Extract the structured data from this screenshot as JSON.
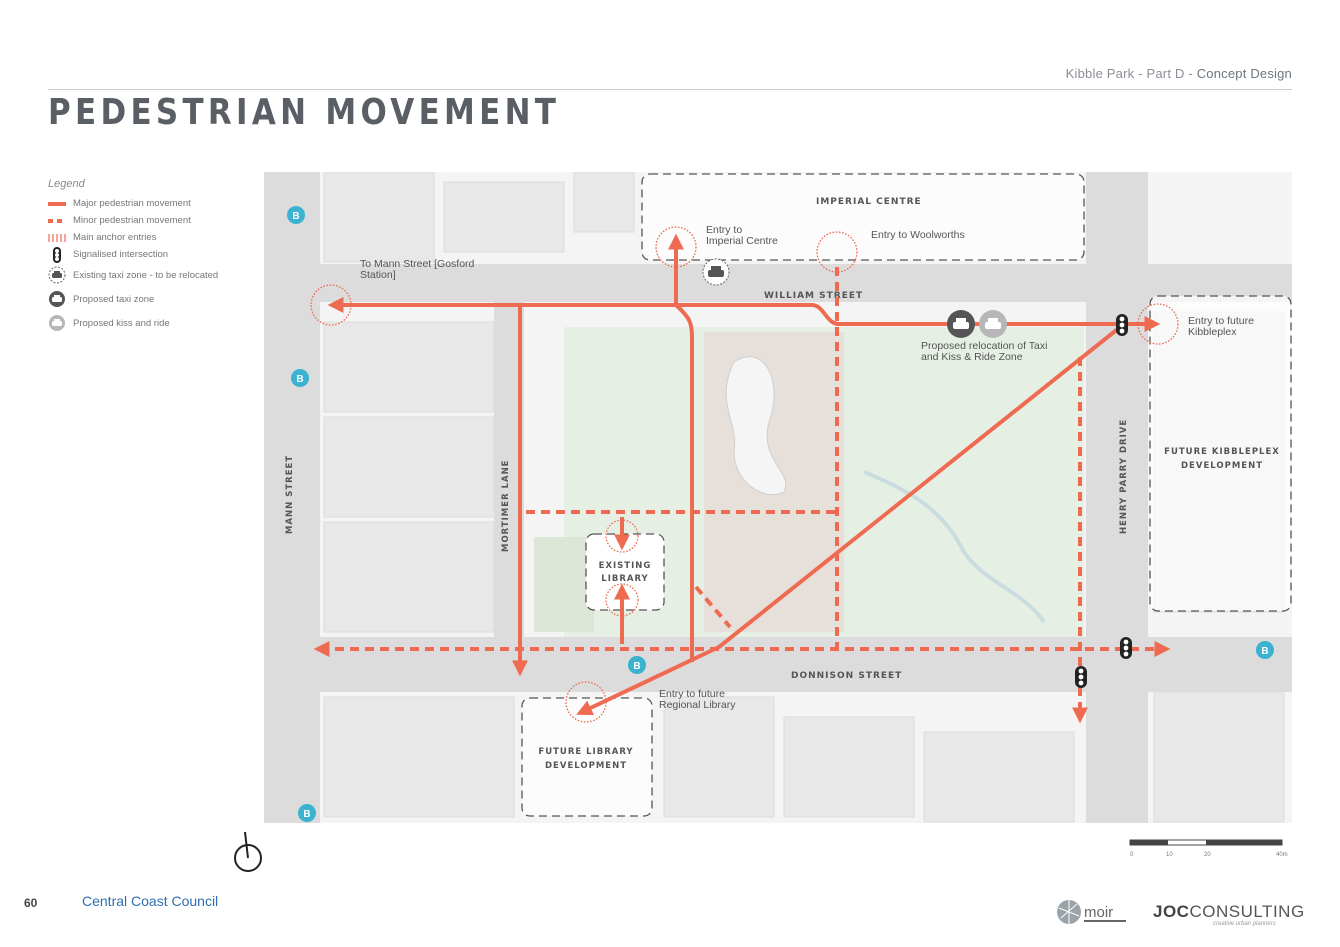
{
  "header": {
    "project": "Kibble Park - Part D",
    "separator": " - ",
    "section": "Concept Design",
    "title": "PEDESTRIAN MOVEMENT"
  },
  "legend": {
    "title": "Legend",
    "items": [
      {
        "label": "Major pedestrian movement",
        "icon": "solid-line-icon"
      },
      {
        "label": "Minor pedestrian movement",
        "icon": "dashed-line-icon"
      },
      {
        "label": "Main anchor entries",
        "icon": "hatch-icon"
      },
      {
        "label": "Signalised intersection",
        "icon": "traffic-light-icon"
      },
      {
        "label": "Existing taxi zone - to be relocated",
        "icon": "taxi-existing-icon"
      },
      {
        "label": "Proposed taxi zone",
        "icon": "taxi-proposed-icon"
      },
      {
        "label": "Proposed kiss and ride",
        "icon": "kiss-ride-icon"
      }
    ]
  },
  "map": {
    "streets": {
      "william": "WILLIAM STREET",
      "donnison": "DONNISON STREET",
      "mann": "MANN STREET",
      "mortimer": "MORTIMER LANE",
      "henry_parry": "HENRY PARRY DRIVE"
    },
    "buildings": {
      "imperial_centre": "IMPERIAL CENTRE",
      "existing_library": [
        "EXISTING",
        "LIBRARY"
      ],
      "future_library": [
        "FUTURE LIBRARY",
        "DEVELOPMENT"
      ],
      "future_kibbleplex": [
        "FUTURE KIBBLEPLEX",
        "DEVELOPMENT"
      ]
    },
    "annotations": {
      "to_mann_street": [
        "To Mann Street [Gosford",
        "Station]"
      ],
      "entry_imperial": [
        "Entry to",
        "Imperial Centre"
      ],
      "entry_woolworths": "Entry to Woolworths",
      "entry_kibbleplex": [
        "Entry to future",
        "Kibbleplex"
      ],
      "taxi_relocation": [
        "Proposed relocation of Taxi",
        "and Kiss & Ride Zone"
      ],
      "entry_regional_library": [
        "Entry to future",
        "Regional Library"
      ]
    },
    "bus_stop_label": "B",
    "scale_labels": [
      "0",
      "10",
      "20",
      "40m"
    ]
  },
  "footer": {
    "page_number": "60",
    "organisation": "Central Coast Council",
    "logo_moir": "moir",
    "logo_joc_bold": "JOC",
    "logo_joc_rest": "CONSULTING",
    "logo_joc_tag": "creative urban planners"
  },
  "colors": {
    "pedestrian": "#ee6b52",
    "bus_stop": "#3bb3d0",
    "park_green": "#e6efe4",
    "building": "#ececec",
    "road": "#dcdcdc"
  }
}
